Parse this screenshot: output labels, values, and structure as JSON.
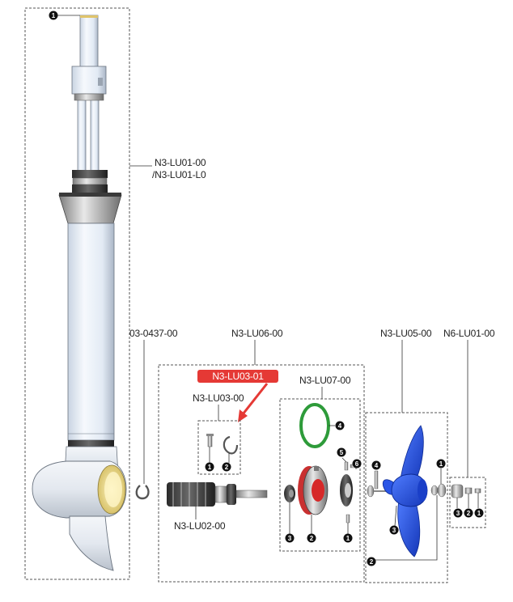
{
  "labels": {
    "n3_lu01": "N3-LU01-00",
    "n3_lu01_l0": "/N3-LU01-L0",
    "o3_0437": "03-0437-00",
    "n3_lu06": "N3-LU06-00",
    "n3_lu03_01": "N3-LU03-01",
    "n3_lu03": "N3-LU03-00",
    "n3_lu07": "N3-LU07-00",
    "n3_lu05": "N3-LU05-00",
    "n6_lu01": "N6-LU01-00",
    "n3_lu02": "N3-LU02-00"
  },
  "callouts": {
    "c1": "1",
    "c2": "2",
    "c3": "3",
    "c4": "4",
    "c5": "5",
    "c6": "6"
  },
  "colors": {
    "highlight": "#e53935",
    "propeller": "#1f4fe0",
    "oring": "#2e9b3a",
    "hub_red": "#d62828",
    "tube": "#e9f1fb",
    "collar": "#f2e4a0"
  }
}
